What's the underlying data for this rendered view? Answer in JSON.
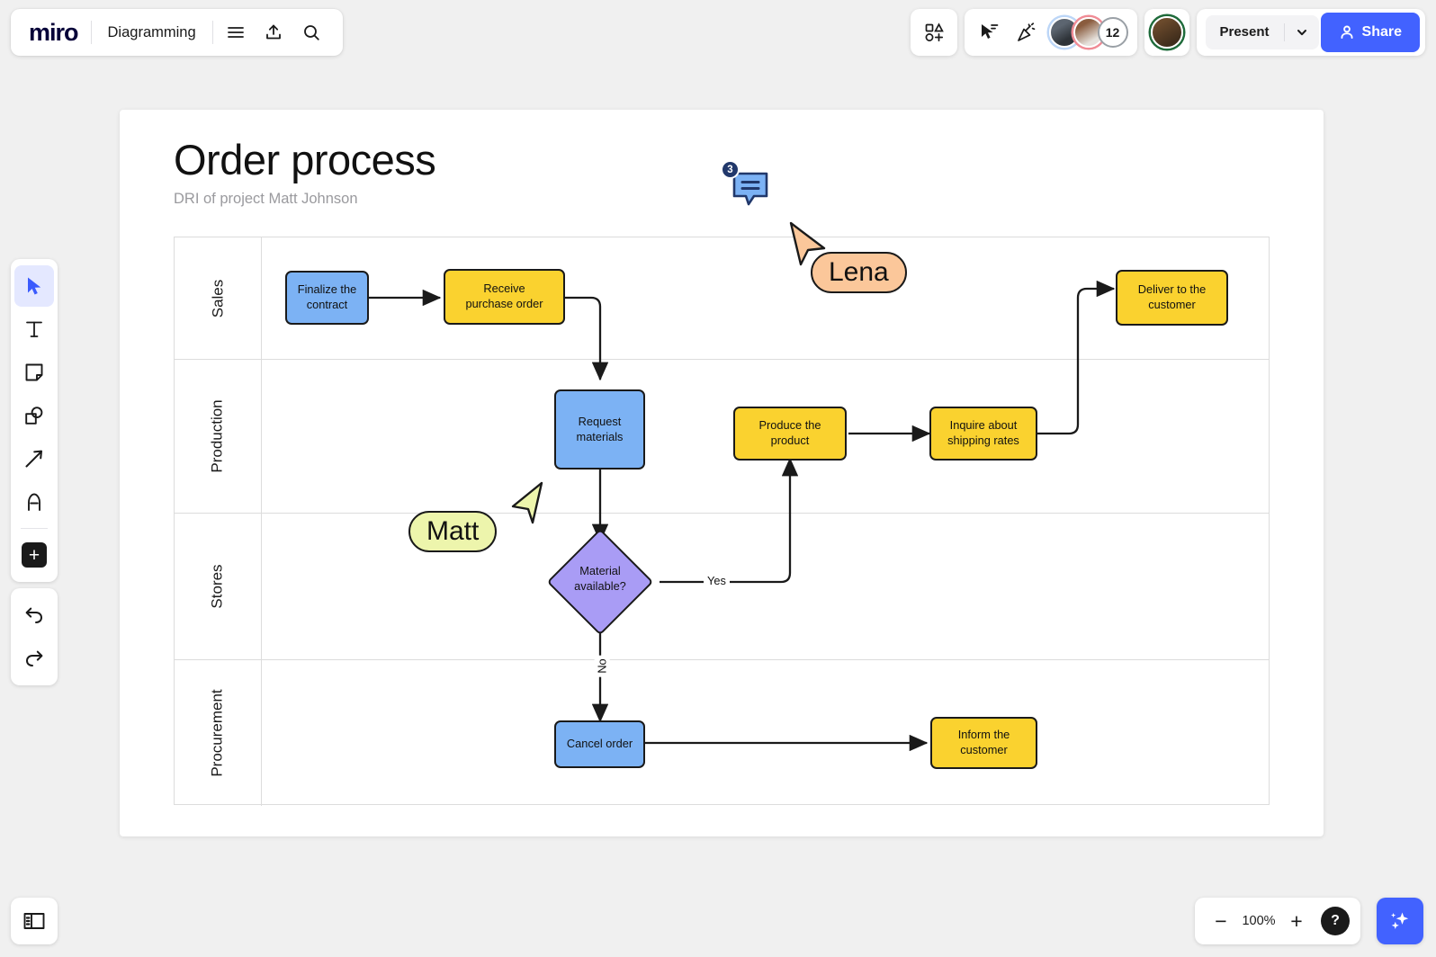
{
  "app": {
    "brand": "miro",
    "board_title": "Diagramming",
    "zoom_level": "100%",
    "accent_color": "#4262ff",
    "collaborator_count": "12"
  },
  "topbar": {
    "left_icons": [
      {
        "name": "menu-icon",
        "glyph": "☰"
      },
      {
        "name": "upload-icon",
        "glyph": "⇧"
      },
      {
        "name": "search-icon",
        "glyph": "⌕"
      }
    ],
    "right_icons": [
      {
        "name": "shapes-add-icon"
      },
      {
        "name": "cursor-share-icon"
      },
      {
        "name": "party-popper-icon"
      }
    ],
    "present_label": "Present",
    "present_caret": "⌄",
    "share_label": "Share"
  },
  "left_toolbar": {
    "tools": [
      {
        "name": "select-tool",
        "label": "Select",
        "active": true
      },
      {
        "name": "text-tool",
        "label": "Text",
        "active": false
      },
      {
        "name": "sticky-note-tool",
        "label": "Sticky note",
        "active": false
      },
      {
        "name": "shapes-tool",
        "label": "Shapes",
        "active": false
      },
      {
        "name": "connector-tool",
        "label": "Connection line",
        "active": false
      },
      {
        "name": "pen-tool",
        "label": "Pen",
        "active": false
      },
      {
        "name": "more-apps-tool",
        "label": "More apps",
        "active": false
      }
    ],
    "history": [
      {
        "name": "undo-button",
        "label": "Undo"
      },
      {
        "name": "redo-button",
        "label": "Redo"
      }
    ]
  },
  "board": {
    "title": "Order process",
    "subtitle": "DRI of project Matt Johnson",
    "lanes": [
      {
        "label": "Sales"
      },
      {
        "label": "Production"
      },
      {
        "label": "Stores"
      },
      {
        "label": "Procurement"
      }
    ],
    "nodes": [
      {
        "id": "finalize",
        "label": "Finalize the\ncontract",
        "shape": "rect",
        "color": "#7cb2f4",
        "lane": "Sales"
      },
      {
        "id": "receive",
        "label": "Receive\npurchase order",
        "shape": "rect",
        "color": "#fad22f",
        "lane": "Sales"
      },
      {
        "id": "deliver",
        "label": "Deliver to the\ncustomer",
        "shape": "rect",
        "color": "#fad22f",
        "lane": "Sales"
      },
      {
        "id": "request",
        "label": "Request\nmaterials",
        "shape": "rect",
        "color": "#7cb2f4",
        "lane": "Production"
      },
      {
        "id": "produce",
        "label": "Produce the\nproduct",
        "shape": "rect",
        "color": "#fad22f",
        "lane": "Production"
      },
      {
        "id": "inquire",
        "label": "Inquire about\nshipping rates",
        "shape": "rect",
        "color": "#fad22f",
        "lane": "Production"
      },
      {
        "id": "material",
        "label": "Material\navailable?",
        "shape": "diamond",
        "color": "#a99cf5",
        "lane": "Stores"
      },
      {
        "id": "cancel",
        "label": "Cancel order",
        "shape": "rect",
        "color": "#7cb2f4",
        "lane": "Procurement"
      },
      {
        "id": "inform",
        "label": "Inform the\ncustomer",
        "shape": "rect",
        "color": "#fad22f",
        "lane": "Procurement"
      }
    ],
    "edge_labels": [
      {
        "id": "yes",
        "label": "Yes"
      },
      {
        "id": "no",
        "label": "No"
      }
    ],
    "comment": {
      "count": "3"
    },
    "cursors": [
      {
        "name": "Lena",
        "color": "#fbc79a"
      },
      {
        "name": "Matt",
        "color": "#edf5ac"
      }
    ]
  },
  "bottom": {
    "panel_toggle": "toggle-panel",
    "zoom_out": "−",
    "zoom_in": "+",
    "zoom_level": "100%",
    "help": "?",
    "ai_button": "ai-assistant"
  }
}
